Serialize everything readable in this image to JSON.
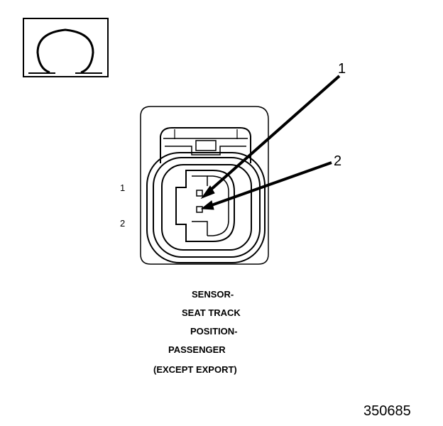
{
  "symbol": {
    "icon": "ohm-icon",
    "glyph": "Ω"
  },
  "pin_labels": [
    "1",
    "2"
  ],
  "callouts": [
    "1",
    "2"
  ],
  "caption_lines": [
    "SENSOR-",
    "SEAT TRACK",
    "POSITION-",
    "PASSENGER",
    "(EXCEPT EXPORT)"
  ],
  "figure_number": "350685"
}
